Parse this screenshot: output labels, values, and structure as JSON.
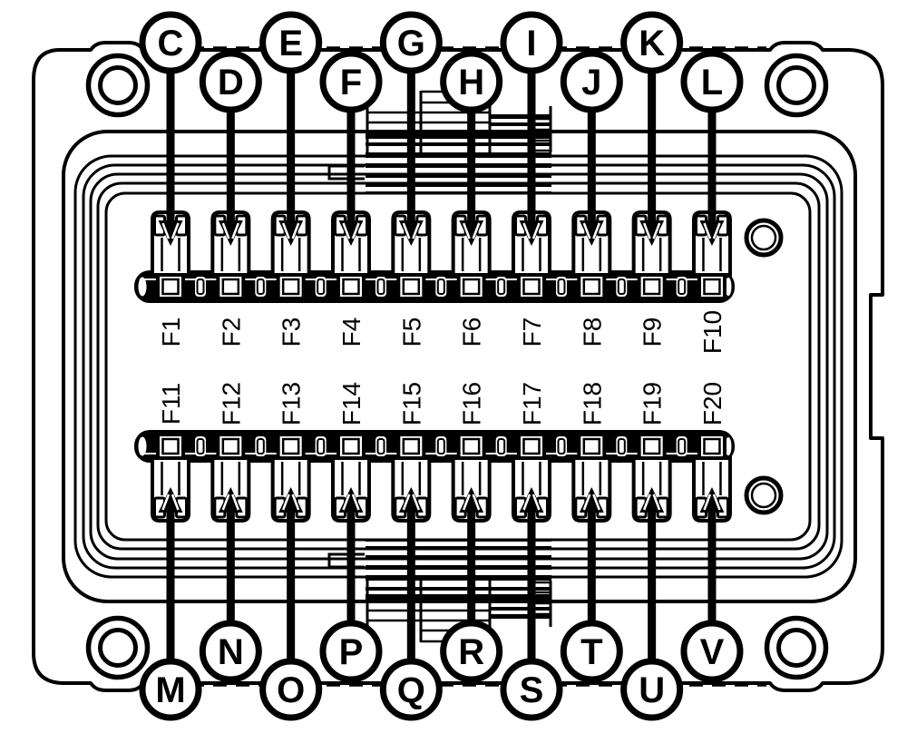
{
  "figure": {
    "kind": "fuse-box-callout-diagram",
    "colors": {
      "background": "#ffffff",
      "line": "#000000"
    },
    "top_callouts": [
      {
        "letter": "C",
        "fuse": "F1"
      },
      {
        "letter": "D",
        "fuse": "F2"
      },
      {
        "letter": "E",
        "fuse": "F3"
      },
      {
        "letter": "F",
        "fuse": "F4"
      },
      {
        "letter": "G",
        "fuse": "F5"
      },
      {
        "letter": "H",
        "fuse": "F6"
      },
      {
        "letter": "I",
        "fuse": "F7"
      },
      {
        "letter": "J",
        "fuse": "F8"
      },
      {
        "letter": "K",
        "fuse": "F9"
      },
      {
        "letter": "L",
        "fuse": "F10"
      }
    ],
    "bottom_callouts": [
      {
        "letter": "M",
        "fuse": "F11"
      },
      {
        "letter": "N",
        "fuse": "F12"
      },
      {
        "letter": "O",
        "fuse": "F13"
      },
      {
        "letter": "P",
        "fuse": "F14"
      },
      {
        "letter": "Q",
        "fuse": "F15"
      },
      {
        "letter": "R",
        "fuse": "F16"
      },
      {
        "letter": "S",
        "fuse": "F17"
      },
      {
        "letter": "T",
        "fuse": "F18"
      },
      {
        "letter": "U",
        "fuse": "F19"
      },
      {
        "letter": "V",
        "fuse": "F20"
      }
    ]
  }
}
